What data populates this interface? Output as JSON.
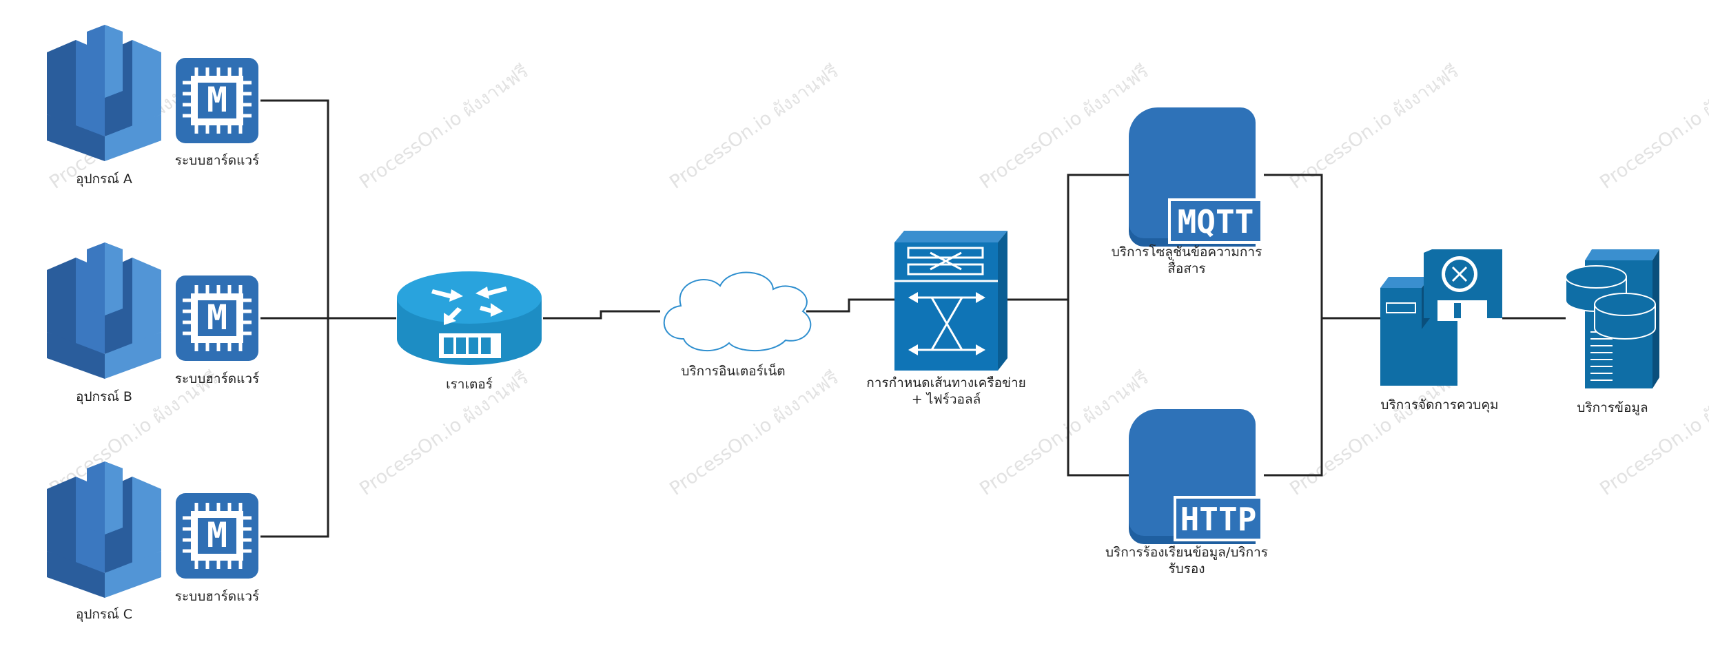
{
  "devices": [
    {
      "label": "อุปกรณ์ A",
      "hw_label": "ระบบฮาร์ดแวร์",
      "chip_letter": "M"
    },
    {
      "label": "อุปกรณ์ B",
      "hw_label": "ระบบฮาร์ดแวร์",
      "chip_letter": "M"
    },
    {
      "label": "อุปกรณ์ C",
      "hw_label": "ระบบฮาร์ดแวร์",
      "chip_letter": "M"
    }
  ],
  "router": {
    "label": "เราเตอร์"
  },
  "internet": {
    "label": "บริการอินเตอร์เน็ต"
  },
  "firewall": {
    "label_line1": "การกำหนดเส้นทางเครือข่าย",
    "label_line2": "+ ไฟร์วอลล์"
  },
  "mqtt": {
    "badge": "MQTT",
    "label_line1": "บริการโซลูชันข้อความการ",
    "label_line2": "สื่อสาร"
  },
  "http": {
    "badge": "HTTP",
    "label_line1": "บริการร้องเรียนข้อมูล/บริการ",
    "label_line2": "รับรอง"
  },
  "control": {
    "label": "บริการจัดการควบคุม"
  },
  "data_service": {
    "label": "บริการข้อมูล"
  },
  "watermark": {
    "text": "ProcessOn.io ผังงานฟรี"
  },
  "colors": {
    "aws_dark": "#2a5d9c",
    "aws_mid": "#3b78c0",
    "aws_light": "#5295d6",
    "router_blue": "#29a3dd",
    "switch_blue": "#0f74b6",
    "service_blue": "#2e72b8",
    "server_blue": "#0f6ea6",
    "line": "#222222"
  }
}
